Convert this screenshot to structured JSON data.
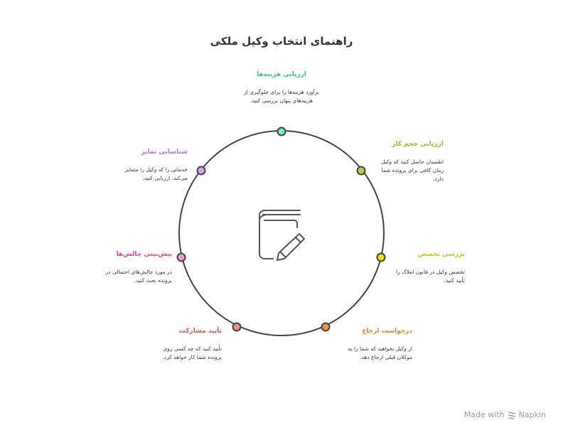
{
  "title": "راهنمای انتخاب وکیل ملکی",
  "center_icon": "book-pencil-icon",
  "steps": [
    {
      "id": "cost",
      "title": "ارزیابی هزینه‌ها",
      "description": "برآورد هزینه‌ها را برای جلوگیری از هزینه‌های پنهان بررسی کنید.",
      "color": "#3cc47c",
      "node_color": "#6ef0b4"
    },
    {
      "id": "workload",
      "title": "ارزیابی حجم کار",
      "description": "اطمینان حاصل کنید که وکیل زمان کافی برای پرونده شما دارد.",
      "color": "#8fbf1f",
      "node_color": "#a6d93a"
    },
    {
      "id": "specialty",
      "title": "بررسی تخصص",
      "description": "تخصص وکیل در قانون املاک را تأیید کنید.",
      "color": "#d4c200",
      "node_color": "#f5e000"
    },
    {
      "id": "referral",
      "title": "درخواست ارجاع",
      "description": "از وکیل بخواهید که شما را به موکلان قبلی ارجاع دهد.",
      "color": "#e9822e",
      "node_color": "#f5923e"
    },
    {
      "id": "participation",
      "title": "تأیید مشارکت",
      "description": "تأیید کنید که چه کسی روی پرونده شما کار خواهد کرد.",
      "color": "#e8504f",
      "node_color": "#f28a8a"
    },
    {
      "id": "challenges",
      "title": "پیش‌بینی چالش‌ها",
      "description": "در مورد چالش‌های احتمالی در پرونده بحث کنید.",
      "color": "#e0459a",
      "node_color": "#f59ad0"
    },
    {
      "id": "distinction",
      "title": "شناسایی تمایز",
      "description": "خدماتی را که وکیل را متمایز می‌کند، ارزیابی کنید.",
      "color": "#b56ee6",
      "node_color": "#d6a4f5"
    }
  ],
  "footer": {
    "text": "Made with",
    "brand": "Napkin"
  }
}
